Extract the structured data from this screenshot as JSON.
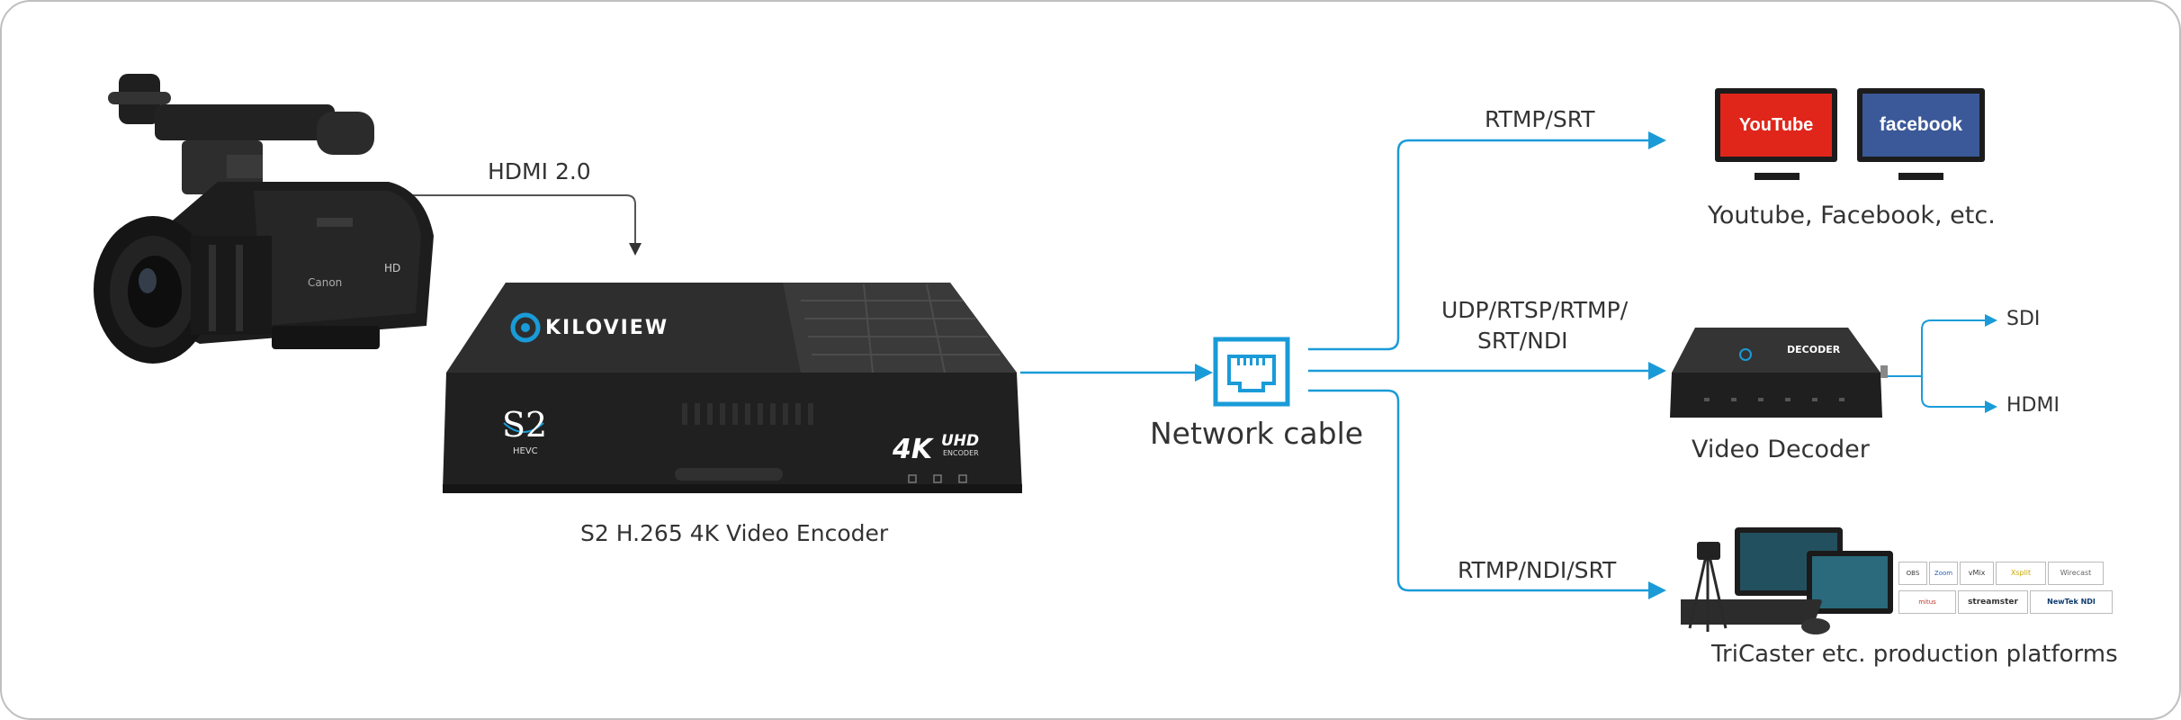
{
  "devices": {
    "camera_label": "HDMI 2.0",
    "encoder": {
      "brand": "KILOVIEW",
      "model_badge": "S2",
      "model_sub": "HEVC",
      "badge_4k": "4K",
      "badge_uhd": "UHD",
      "badge_enc": "ENCODER",
      "caption": "S2 H.265 4K Video Encoder"
    },
    "network": {
      "caption": "Network cable"
    },
    "decoder": {
      "brand": "DECODER",
      "caption": "Video Decoder"
    }
  },
  "routes": {
    "top": "RTMP/SRT",
    "middle_line1": "UDP/RTSP/RTMP/",
    "middle_line2": "SRT/NDI",
    "bottom": "RTMP/NDI/SRT"
  },
  "targets": {
    "youtube": {
      "logo": "YouTube"
    },
    "facebook": {
      "logo": "facebook"
    },
    "social_caption": "Youtube, Facebook, etc.",
    "decoder_outputs": [
      "SDI",
      "HDMI"
    ],
    "platforms_caption": "TriCaster etc. production platforms",
    "platform_logos": [
      "Wirecast",
      "vMix",
      "OBS",
      "NewTek NDI",
      "streamster",
      "Xsplit",
      "mitus",
      "Zoom"
    ]
  },
  "colors": {
    "accent": "#1a9bd8",
    "device_dark": "#2a2a2a",
    "youtube_red": "#e0261b",
    "facebook_blue": "#3b5998"
  }
}
